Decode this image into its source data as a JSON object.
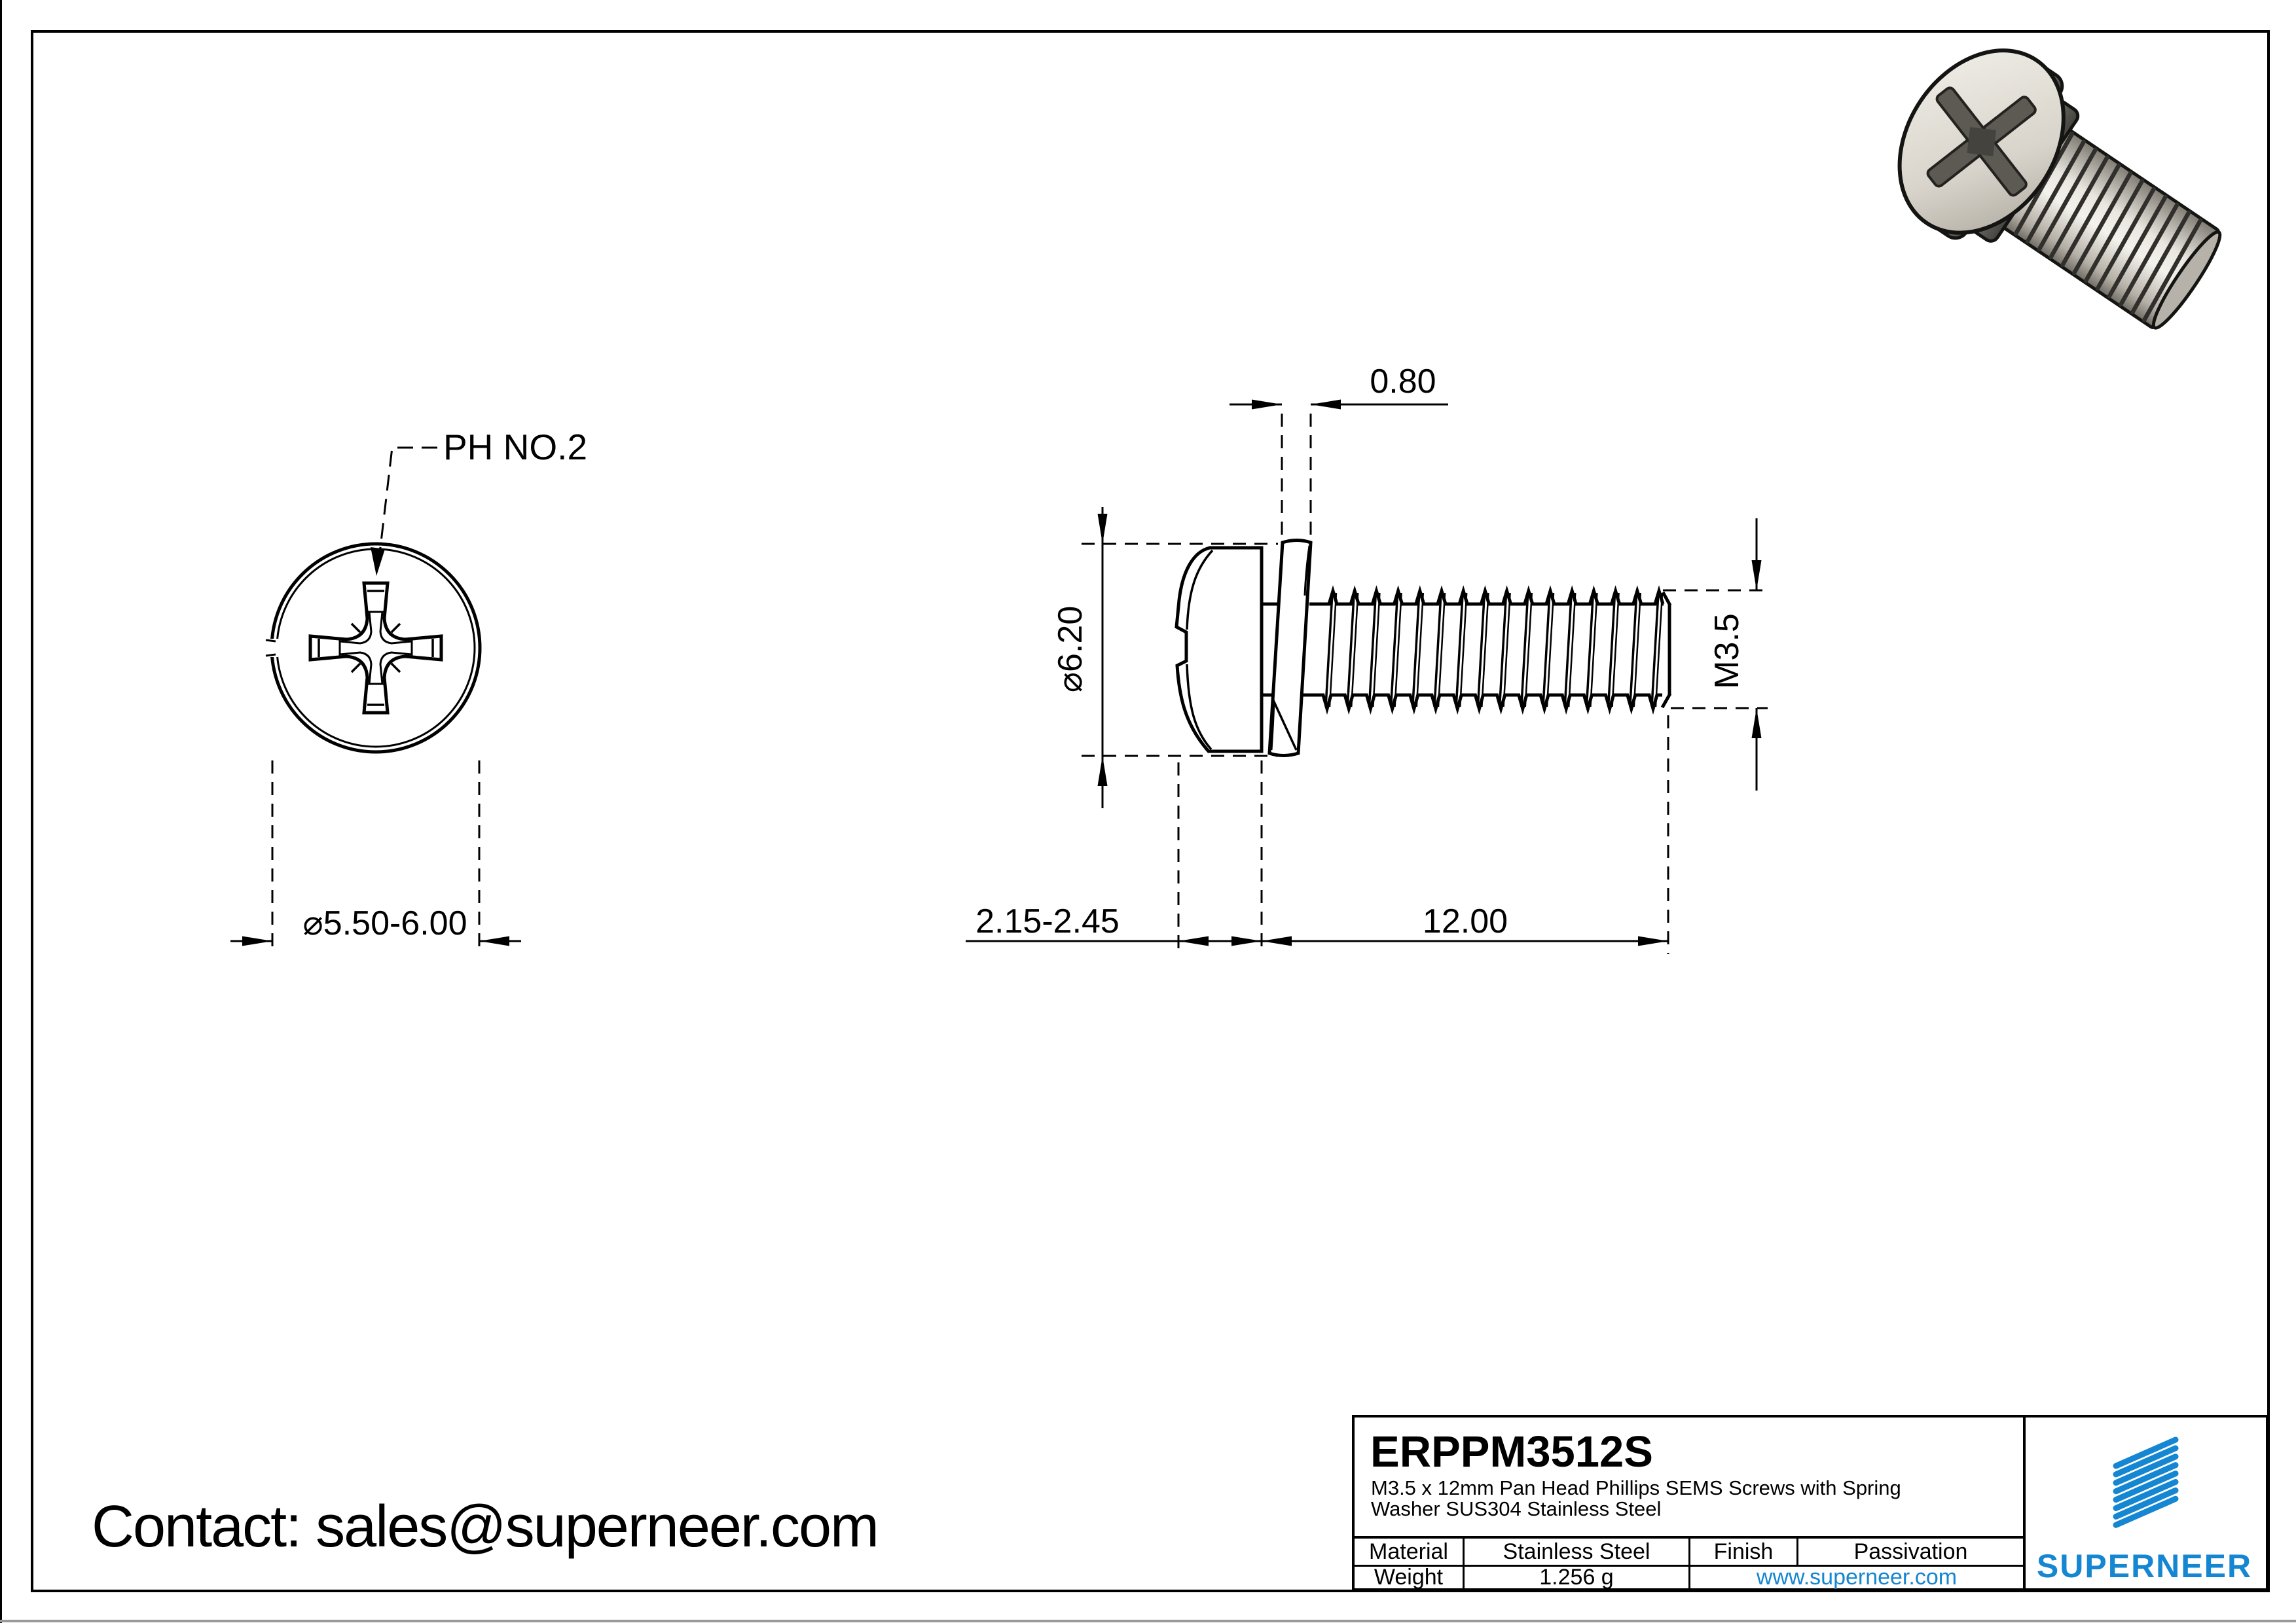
{
  "front_view": {
    "callout": "PH NO.2",
    "diameter_dim": "⌀5.50-6.00"
  },
  "side_view": {
    "washer_thickness_dim": "0.80",
    "washer_od_dim": "⌀6.20",
    "thread_dim": "M3.5",
    "head_height_dim": "2.15-2.45",
    "length_dim": "12.00"
  },
  "contact": {
    "text": "Contact: sales@superneer.com"
  },
  "title_block": {
    "part_number": "ERPPM3512S",
    "description_line1": "M3.5 x 12mm Pan Head Phillips SEMS Screws with Spring",
    "description_line2": "Washer SUS304 Stainless Steel",
    "material_label": "Material",
    "material_value": "Stainless Steel",
    "finish_label": "Finish",
    "finish_value": "Passivation",
    "weight_label": "Weight",
    "weight_value": "1.256 g",
    "website": "www.superneer.com",
    "brand": "SUPERNEER",
    "brand_color": "#1586d1"
  }
}
